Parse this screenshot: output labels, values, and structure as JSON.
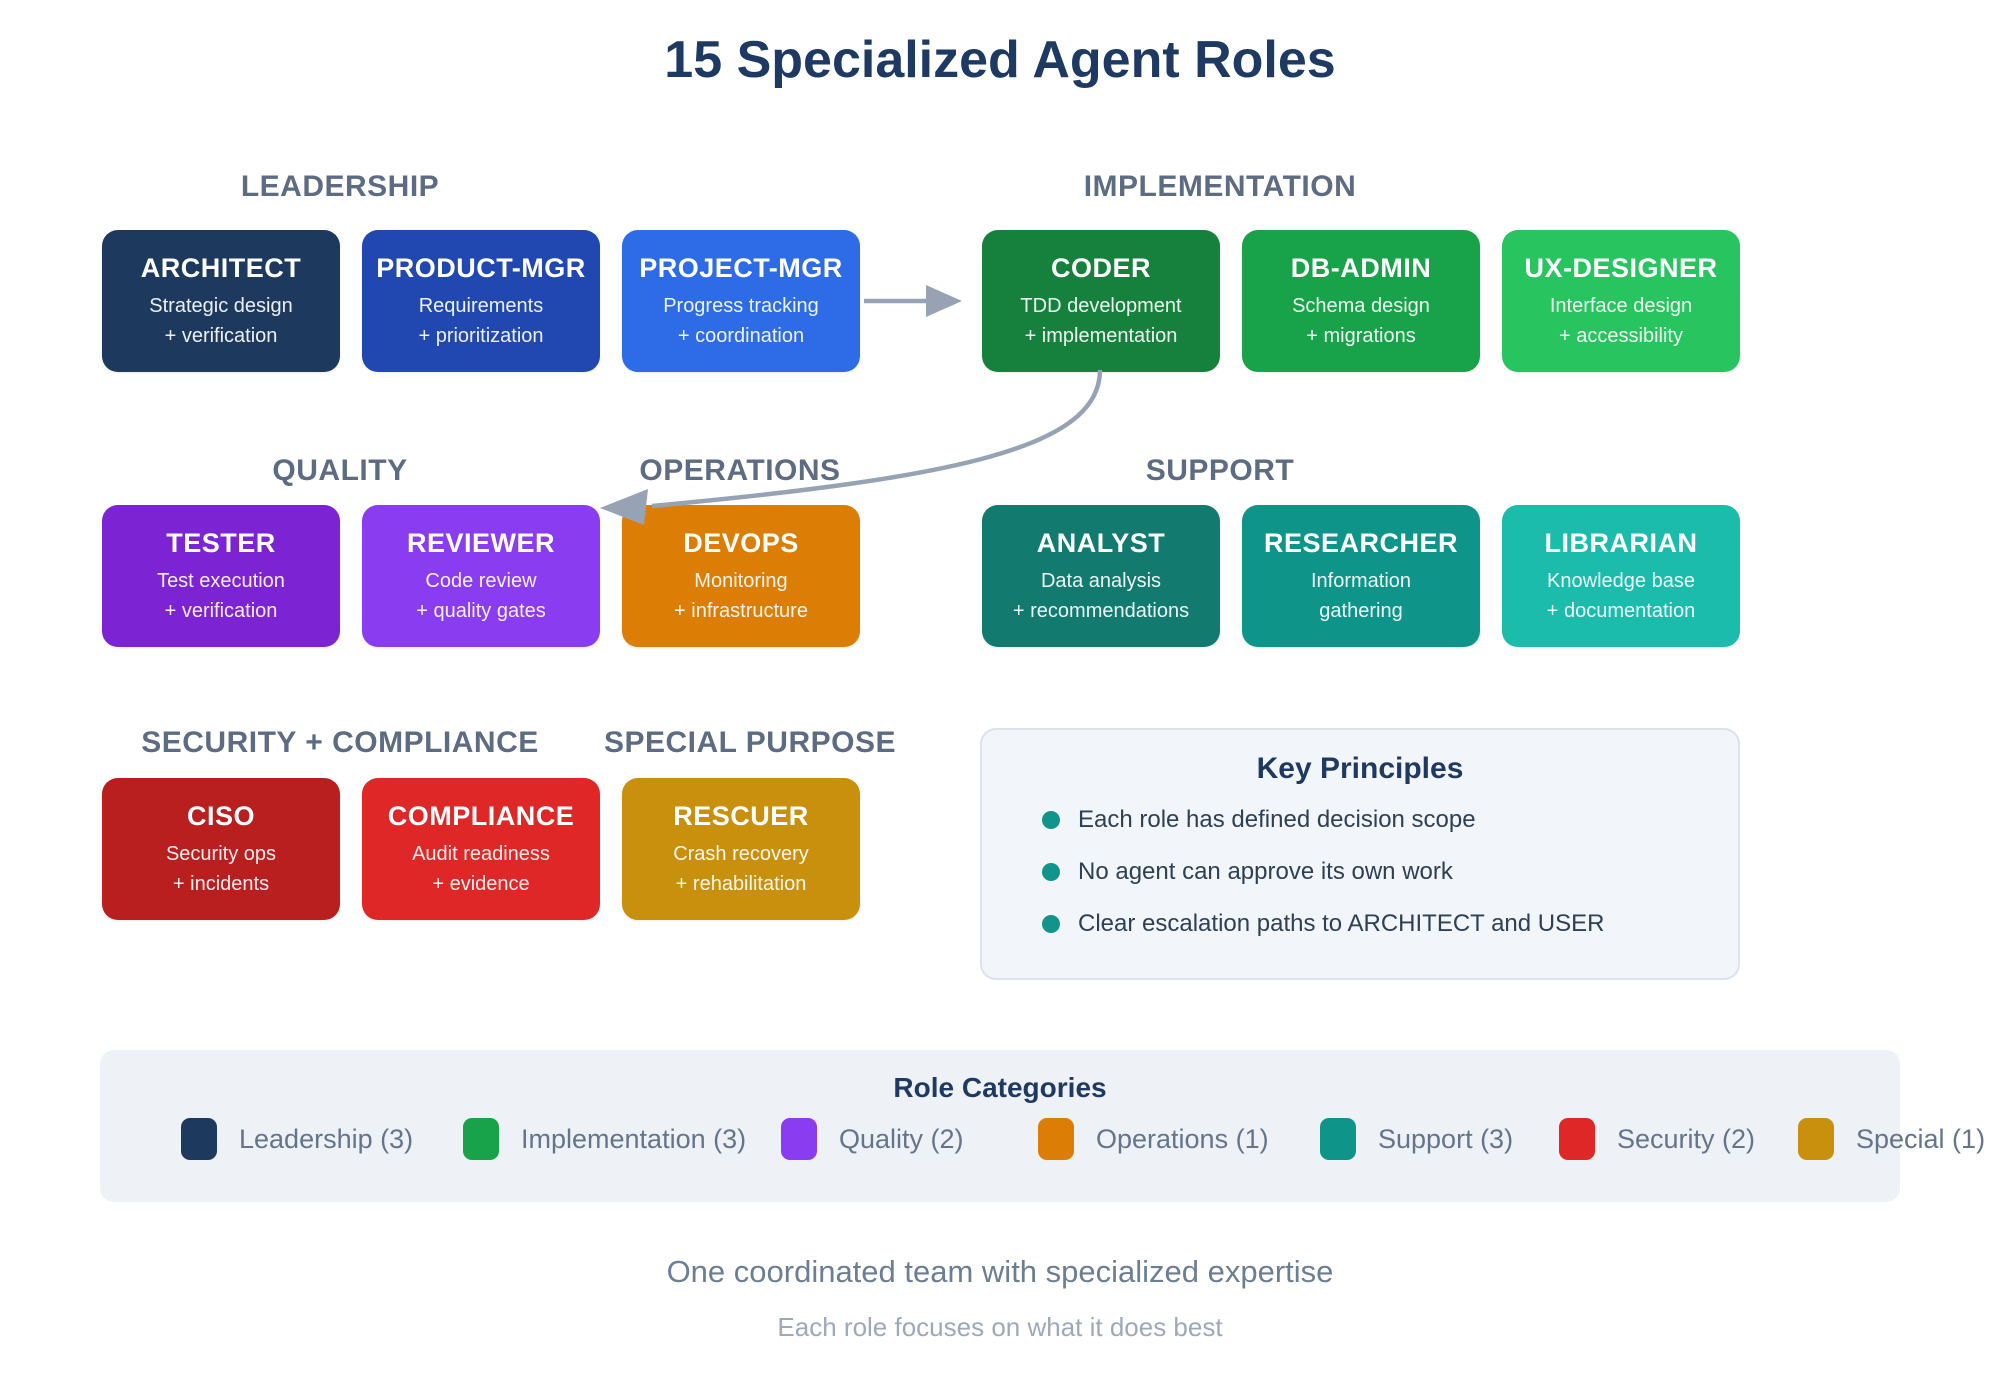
{
  "title": "15 Specialized Agent Roles",
  "sections": [
    {
      "label": "LEADERSHIP",
      "cards": [
        {
          "name": "ARCHITECT",
          "line1": "Strategic design",
          "line2": "+ verification",
          "color": "#1d3a5e"
        },
        {
          "name": "PRODUCT-MGR",
          "line1": "Requirements",
          "line2": "+ prioritization",
          "color": "#2148b1"
        },
        {
          "name": "PROJECT-MGR",
          "line1": "Progress tracking",
          "line2": "+ coordination",
          "color": "#2d6ce6"
        }
      ]
    },
    {
      "label": "IMPLEMENTATION",
      "cards": [
        {
          "name": "CODER",
          "line1": "TDD development",
          "line2": "+ implementation",
          "color": "#16813d"
        },
        {
          "name": "DB-ADMIN",
          "line1": "Schema design",
          "line2": "+ migrations",
          "color": "#18a34a"
        },
        {
          "name": "UX-DESIGNER",
          "line1": "Interface design",
          "line2": "+ accessibility",
          "color": "#27c45f"
        }
      ]
    },
    {
      "label": "QUALITY",
      "cards": [
        {
          "name": "TESTER",
          "line1": "Test execution",
          "line2": "+ verification",
          "color": "#7c24d4"
        },
        {
          "name": "REVIEWER",
          "line1": "Code review",
          "line2": "+ quality gates",
          "color": "#8a3cf0"
        }
      ]
    },
    {
      "label": "OPERATIONS",
      "cards": [
        {
          "name": "DEVOPS",
          "line1": "Monitoring",
          "line2": "+ infrastructure",
          "color": "#dc7e06"
        }
      ]
    },
    {
      "label": "SUPPORT",
      "cards": [
        {
          "name": "ANALYST",
          "line1": "Data analysis",
          "line2": "+ recommendations",
          "color": "#127a6f"
        },
        {
          "name": "RESEARCHER",
          "line1": "Information",
          "line2": "gathering",
          "color": "#0f948a"
        },
        {
          "name": "LIBRARIAN",
          "line1": "Knowledge base",
          "line2": "+ documentation",
          "color": "#1bbcab"
        }
      ]
    },
    {
      "label": "SECURITY + COMPLIANCE",
      "cards": [
        {
          "name": "CISO",
          "line1": "Security ops",
          "line2": "+ incidents",
          "color": "#b91f1f"
        },
        {
          "name": "COMPLIANCE",
          "line1": "Audit readiness",
          "line2": "+ evidence",
          "color": "#e02727"
        }
      ]
    },
    {
      "label": "SPECIAL PURPOSE",
      "cards": [
        {
          "name": "RESCUER",
          "line1": "Crash recovery",
          "line2": "+ rehabilitation",
          "color": "#c9900e"
        }
      ]
    }
  ],
  "arrows": {
    "color": "#97a3b5",
    "straight": {
      "from": "PROJECT-MGR",
      "to": "CODER"
    },
    "curved": {
      "from": "CODER",
      "to": "REVIEWER"
    }
  },
  "key_principles": {
    "title": "Key Principles",
    "bullet_color": "#11948a",
    "items": [
      "Each role has defined decision scope",
      "No agent can approve its own work",
      "Clear escalation paths to ARCHITECT and USER"
    ]
  },
  "legend": {
    "title": "Role Categories",
    "items": [
      {
        "label": "Leadership (3)",
        "color": "#1d3a5e"
      },
      {
        "label": "Implementation (3)",
        "color": "#18a34a"
      },
      {
        "label": "Quality (2)",
        "color": "#8a3cf0"
      },
      {
        "label": "Operations (1)",
        "color": "#dc7e06"
      },
      {
        "label": "Support (3)",
        "color": "#0f948a"
      },
      {
        "label": "Security (2)",
        "color": "#e02727"
      },
      {
        "label": "Special (1)",
        "color": "#c9900e"
      }
    ]
  },
  "footer": {
    "line1": "One coordinated team with specialized expertise",
    "line2": "Each role focuses on what it does best"
  }
}
